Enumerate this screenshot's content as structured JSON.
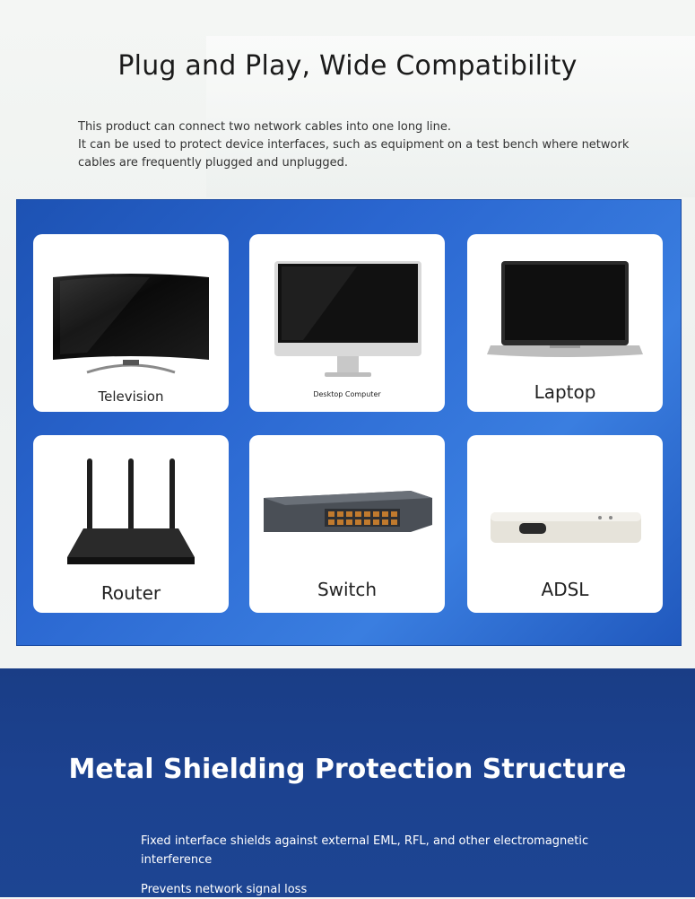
{
  "header": {
    "title": "Plug and Play, Wide Compatibility",
    "description": [
      "This product can connect two network cables into one long line.",
      "It can be used to protect device interfaces, such as equipment on a test bench where network cables are frequently plugged and unplugged."
    ]
  },
  "devices": [
    {
      "label": "Television",
      "icon": "television-icon"
    },
    {
      "label": "Desktop Computer",
      "icon": "desktop-computer-icon"
    },
    {
      "label": "Laptop",
      "icon": "laptop-icon"
    },
    {
      "label": "Router",
      "icon": "router-icon"
    },
    {
      "label": "Switch",
      "icon": "switch-icon"
    },
    {
      "label": "ADSL",
      "icon": "adsl-icon"
    }
  ],
  "shielding": {
    "title": "Metal Shielding Protection Structure",
    "points": [
      "Fixed interface shields against external EML, RFL, and other electromagnetic interference",
      "Prevents network signal loss"
    ]
  },
  "colors": {
    "panel_blue": "#2a66d0",
    "band_navy": "#1c4290"
  }
}
